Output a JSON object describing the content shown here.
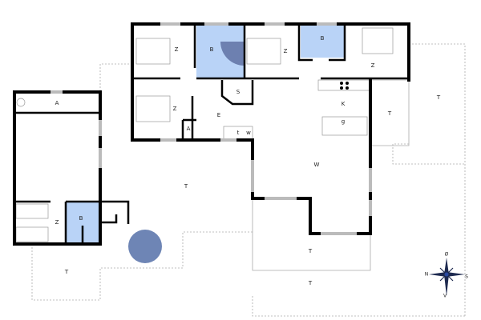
{
  "plan": {
    "colors": {
      "bathroom": "#b9d3f7",
      "shower": "#6d80b0",
      "spa": "#6e85b5",
      "wall": "#000000",
      "window": "#bbbbbb"
    },
    "rooms": {
      "bed1": "Z",
      "bath1": "B",
      "bed2": "Z",
      "bath2": "B",
      "bed3": "Z",
      "bed4": "Z",
      "storage": "S",
      "kitchen": "K",
      "entrance": "E",
      "closet": "A",
      "dryer": "t",
      "washer": "w",
      "terrace_ne": "T",
      "terrace_e": "T",
      "terrace_mid": "T",
      "living": "W",
      "annex_utility": "A",
      "annex_bed": "Z",
      "annex_bath": "B",
      "terrace_sw": "T",
      "terrace_s1": "T",
      "terrace_s2": "T",
      "dishwasher": "g"
    },
    "compass": {
      "top": "Ø",
      "left": "N",
      "right": "S",
      "bottom": "V"
    }
  }
}
